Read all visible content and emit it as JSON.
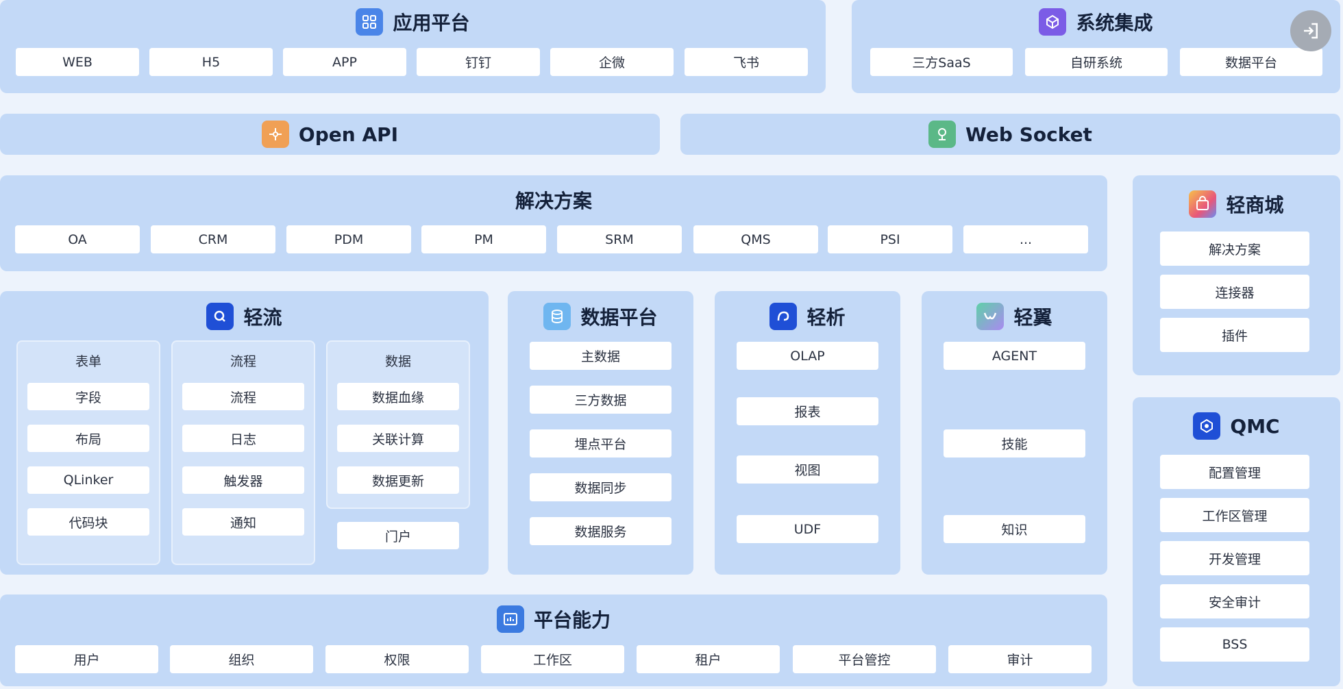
{
  "app_platform": {
    "title": "应用平台",
    "icon": "apps-grid-icon",
    "items": [
      "WEB",
      "H5",
      "APP",
      "钉钉",
      "企微",
      "飞书"
    ]
  },
  "system_integration": {
    "title": "系统集成",
    "icon": "integration-cube-icon",
    "items": [
      "三方SaaS",
      "自研系统",
      "数据平台"
    ]
  },
  "open_api": {
    "title": "Open API",
    "icon": "api-icon"
  },
  "web_socket": {
    "title": "Web Socket",
    "icon": "socket-icon"
  },
  "solutions": {
    "title": "解决方案",
    "items": [
      "OA",
      "CRM",
      "PDM",
      "PM",
      "SRM",
      "QMS",
      "PSI",
      "..."
    ]
  },
  "qing_mall": {
    "title": "轻商城",
    "icon": "mall-icon",
    "items": [
      "解决方案",
      "连接器",
      "插件"
    ]
  },
  "qingliu": {
    "title": "轻流",
    "icon": "qingliu-logo-icon",
    "form": {
      "title": "表单",
      "items": [
        "字段",
        "布局",
        "QLinker",
        "代码块"
      ]
    },
    "process": {
      "title": "流程",
      "items": [
        "流程",
        "日志",
        "触发器",
        "通知"
      ]
    },
    "data": {
      "title": "数据",
      "items": [
        "数据血缘",
        "关联计算",
        "数据更新"
      ]
    },
    "portal": "门户"
  },
  "data_platform": {
    "title": "数据平台",
    "icon": "database-icon",
    "items": [
      "主数据",
      "三方数据",
      "埋点平台",
      "数据同步",
      "数据服务"
    ]
  },
  "qingxi": {
    "title": "轻析",
    "icon": "qingxi-logo-icon",
    "items": [
      "OLAP",
      "报表",
      "视图",
      "UDF"
    ]
  },
  "qingyi": {
    "title": "轻翼",
    "icon": "qingyi-logo-icon",
    "items": [
      "AGENT",
      "技能",
      "知识"
    ]
  },
  "qmc": {
    "title": "QMC",
    "icon": "qmc-logo-icon",
    "items": [
      "配置管理",
      "工作区管理",
      "开发管理",
      "安全审计",
      "BSS"
    ]
  },
  "platform_capability": {
    "title": "平台能力",
    "icon": "platform-icon",
    "items": [
      "用户",
      "组织",
      "权限",
      "工作区",
      "租户",
      "平台管控",
      "审计"
    ]
  },
  "toolbar": {
    "exit_icon": "exit-icon"
  },
  "colors": {
    "panel": "#c3d9f7",
    "background": "#edf3fc",
    "pill": "#ffffff",
    "icon_blue": "#3b7ae0",
    "icon_purple": "#7b5ce6",
    "icon_orange": "#f0a055",
    "icon_green": "#5bb887",
    "icon_navy": "#1f4fd6"
  }
}
